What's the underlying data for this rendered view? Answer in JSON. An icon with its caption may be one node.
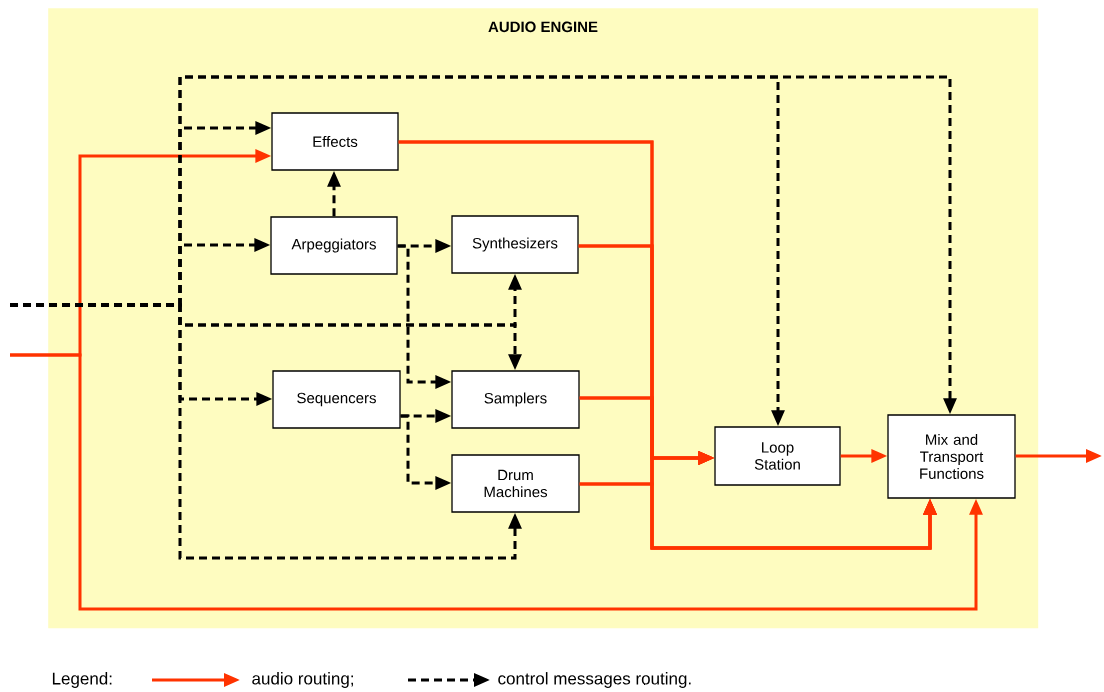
{
  "diagram": {
    "nodes": [
      {
        "text": [
          "AUDIO ENGINE"
        ]
      },
      {
        "text": [
          "Effects"
        ],
        "in": 0
      },
      {
        "text": [
          "Arpeggiators"
        ],
        "in": 0
      },
      {
        "text": [
          "Synthesizers"
        ],
        "in": 0
      },
      {
        "text": [
          "Sequencers"
        ],
        "in": 0
      },
      {
        "text": [
          "Samplers"
        ],
        "in": 0
      },
      {
        "text": [
          "Drum Machines"
        ],
        "in": 0
      },
      {
        "text": [
          "Loop Station"
        ],
        "in": 0
      },
      {
        "text": [
          "Mix and Transport Functions"
        ],
        "in": 0
      }
    ],
    "edges": [
      {
        "from": null,
        "to": 1,
        "arrow": "to",
        "color": "#ff3300"
      },
      {
        "from": null,
        "to": 8,
        "arrow": "to",
        "color": "#ff3300"
      },
      {
        "from": 1,
        "to": 7,
        "arrow": "to",
        "color": "#ff3300"
      },
      {
        "from": 1,
        "to": 8,
        "arrow": "to",
        "color": "#ff3300"
      },
      {
        "from": 3,
        "to": 7,
        "arrow": "to",
        "color": "#ff3300"
      },
      {
        "from": 3,
        "to": 8,
        "arrow": "to",
        "color": "#ff3300"
      },
      {
        "from": 5,
        "to": 7,
        "arrow": "to",
        "color": "#ff3300"
      },
      {
        "from": 5,
        "to": 8,
        "arrow": "to",
        "color": "#ff3300"
      },
      {
        "from": 6,
        "to": 7,
        "arrow": "to",
        "color": "#ff3300"
      },
      {
        "from": 6,
        "to": 8,
        "arrow": "to",
        "color": "#ff3300"
      },
      {
        "from": 7,
        "to": 8,
        "arrow": "to",
        "color": "#ff3300"
      },
      {
        "from": 8,
        "to": null,
        "arrow": "to",
        "color": "#ff3300"
      },
      {
        "from": null,
        "to": 1,
        "arrow": "to",
        "style": "dashed"
      },
      {
        "from": null,
        "to": 2,
        "arrow": "to",
        "style": "dashed"
      },
      {
        "from": null,
        "to": 4,
        "arrow": "to",
        "style": "dashed"
      },
      {
        "from": null,
        "to": 6,
        "arrow": "to",
        "style": "dashed"
      },
      {
        "from": null,
        "to": 3,
        "arrow": "to",
        "style": "dashed"
      },
      {
        "from": null,
        "to": 5,
        "arrow": "to",
        "style": "dashed"
      },
      {
        "from": null,
        "to": 7,
        "arrow": "to",
        "style": "dashed"
      },
      {
        "from": null,
        "to": 8,
        "arrow": "to",
        "style": "dashed"
      },
      {
        "from": 2,
        "to": 1,
        "arrow": "to",
        "style": "dashed"
      },
      {
        "from": 2,
        "to": 3,
        "arrow": "to",
        "style": "dashed"
      },
      {
        "from": 2,
        "to": 5,
        "arrow": "to",
        "style": "dashed"
      },
      {
        "from": 4,
        "to": 5,
        "arrow": "to",
        "style": "dashed"
      },
      {
        "from": 4,
        "to": 6,
        "arrow": "to",
        "style": "dashed"
      }
    ],
    "labels": [
      "Legend:"
    ],
    "legend": [
      {
        "text": "audio routing;"
      },
      {
        "text": "control messages routing."
      }
    ]
  }
}
